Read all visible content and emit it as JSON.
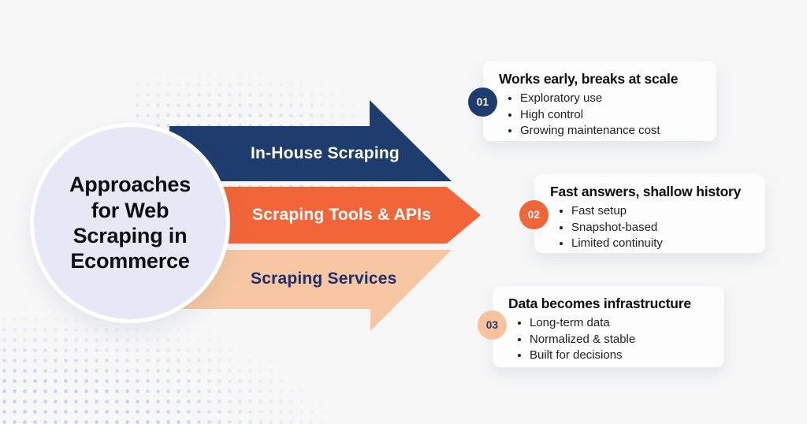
{
  "circle": {
    "title": "Approaches for Web Scraping in Ecommerce",
    "lines": [
      "Approaches",
      "for Web",
      "Scraping in",
      "Ecommerce"
    ]
  },
  "arrows": [
    {
      "label": "In-House Scraping",
      "color": "#1e3c6d",
      "text_color": "#ffffff"
    },
    {
      "label": "Scraping Tools & APIs",
      "color": "#f26538",
      "text_color": "#ffffff"
    },
    {
      "label": "Scraping Services",
      "color": "#f6c7a2",
      "text_color": "#1d2f6b"
    }
  ],
  "cards": [
    {
      "number": "01",
      "badge_bg": "#1e3c6d",
      "badge_text_color": "#ffffff",
      "title": "Works early, breaks at scale",
      "bullets": [
        "Exploratory use",
        "High control",
        "Growing maintenance cost"
      ]
    },
    {
      "number": "02",
      "badge_bg": "#f26538",
      "badge_text_color": "#ffffff",
      "title": "Fast answers, shallow history",
      "bullets": [
        "Fast setup",
        "Snapshot-based",
        "Limited continuity"
      ]
    },
    {
      "number": "03",
      "badge_bg": "#f6c39e",
      "badge_text_color": "#1e3c6d",
      "title": "Data becomes infrastructure",
      "bullets": [
        "Long-term data",
        "Normalized & stable",
        "Built for decisions"
      ]
    }
  ],
  "colors": {
    "background": "#f7f7f8",
    "card_bg": "#fdfdfe",
    "circle_fill": "#e7e8f5",
    "circle_border": "#ffffff",
    "halftone_dots": "#c7d4e6",
    "navy": "#1e3c6d",
    "orange": "#f26538",
    "peach": "#f6c7a2",
    "card_title_text": "#0e0e14",
    "card_bullet_text": "#202027"
  }
}
